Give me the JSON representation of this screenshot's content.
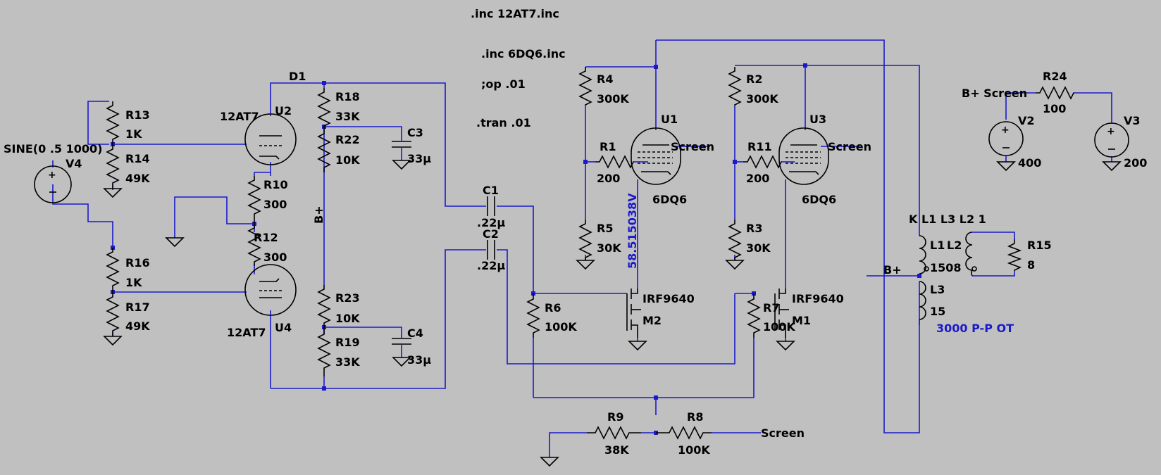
{
  "directives": {
    "inc1": ".inc 12AT7.inc",
    "inc2": ".inc 6DQ6.inc",
    "op": ";op .01",
    "tran": ".tran .01"
  },
  "labels": {
    "R4": "R4",
    "R4_val": "300K",
    "R2": "R2",
    "R2_val": "300K",
    "R24": "R24",
    "R24_val": "100",
    "R13": "R13",
    "R13_val": "1K",
    "R14": "R14",
    "R14_val": "49K",
    "R18": "R18",
    "R18_val": "33K",
    "R22": "R22",
    "R22_val": "10K",
    "R10": "R10",
    "R10_val": "300",
    "R12": "R12",
    "R12_val": "300",
    "R16": "R16",
    "R16_val": "1K",
    "R17": "R17",
    "R17_val": "49K",
    "R23": "R23",
    "R23_val": "10K",
    "R19": "R19",
    "R19_val": "33K",
    "R1": "R1",
    "R1_val": "200",
    "R11": "R11",
    "R11_val": "200",
    "R5": "R5",
    "R5_val": "30K",
    "R3": "R3",
    "R3_val": "30K",
    "R6": "R6",
    "R6_val": "100K",
    "R7": "R7",
    "R7_val": "100K",
    "R9": "R9",
    "R9_val": "38K",
    "R8": "R8",
    "R8_val": "100K",
    "R15": "R15",
    "R15_val": "8",
    "C1": "C1",
    "C1_val": ".22µ",
    "C2": "C2",
    "C2_val": ".22µ",
    "C3": "C3",
    "C3_val": "33µ",
    "C4": "C4",
    "C4_val": "33µ",
    "U1": "U1",
    "U1_model": "6DQ6",
    "U3": "U3",
    "U3_model": "6DQ6",
    "U2": "U2",
    "U2_model": "12AT7",
    "U4": "U4",
    "U4_model": "12AT7",
    "V2": "V2",
    "V2_val": "400",
    "V3": "V3",
    "V3_val": "200",
    "V4": "V4",
    "V4_val": "SINE(0 .5 1000)",
    "M1": "M1",
    "M1_model": "IRF9640",
    "M2": "M2",
    "M2_model": "IRF9640",
    "L1": "L1",
    "L1_val": "1508",
    "L2": "L2",
    "L3": "L3",
    "L3_val": "15",
    "K": "K L1 L3 L2 1",
    "D1": "D1",
    "Bplus_vert": "B+",
    "Bplus_ot": "B+",
    "Bplus_screen": "B+ Screen",
    "screen_U1": "Screen",
    "screen_U3": "Screen",
    "screen_net": "Screen",
    "op_voltage": "58.515038V",
    "ot_note": "3000 P-P OT"
  }
}
